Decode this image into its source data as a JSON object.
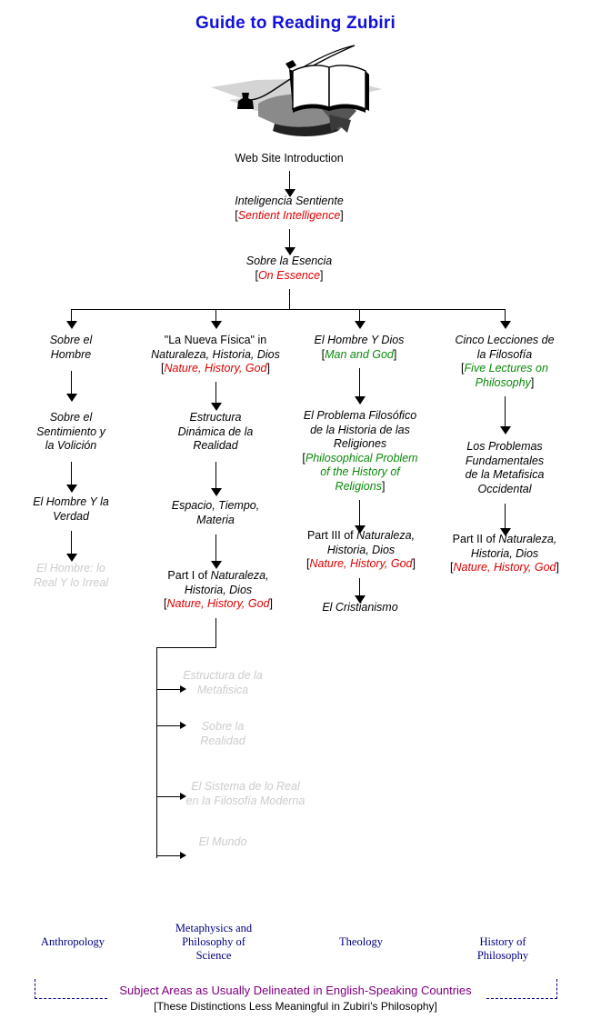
{
  "title": "Guide to Reading Zubiri",
  "colors": {
    "title": "#1111dd",
    "spanish_title": "#000000",
    "english_published": "#dd0000",
    "english_unpublished": "#0a8a0a",
    "future_work": "#cccccc",
    "subject_label": "#000080",
    "subject_caption": "#800080"
  },
  "clipart": {
    "name": "open-book-with-quill-and-inkwell"
  },
  "nodes": {
    "intro": {
      "line1": "Web Site Introduction"
    },
    "inteligencia": {
      "line1": "Inteligencia Sentiente",
      "trans_open": "[",
      "trans": "Sentient Intelligence",
      "trans_close": "]"
    },
    "esencia": {
      "line1": "Sobre la Esencia",
      "trans_open": "[",
      "trans": "On Essence",
      "trans_close": "]"
    },
    "col1_1": {
      "line1": "Sobre el",
      "line2": "Hombre"
    },
    "col1_2": {
      "line1": "Sobre el",
      "line2": "Sentimiento y",
      "line3": "la Volición"
    },
    "col1_3": {
      "line1": "El Hombre Y la",
      "line2": "Verdad"
    },
    "col1_4": {
      "line1": "El Hombre: lo",
      "line2": "Real Y lo Irreal"
    },
    "col2_1": {
      "quoted": "\"La Nueva Física\" in",
      "line2": "Naturaleza, Historia, Dios",
      "trans_open": "[",
      "trans": "Nature, History, God",
      "trans_close": "]"
    },
    "col2_2": {
      "line1": "Estructura",
      "line2": "Dinámica de la",
      "line3": "Realidad"
    },
    "col2_3": {
      "line1": "Espacio, Tiempo,",
      "line2": "Materia"
    },
    "col2_4": {
      "prefix": "Part I of ",
      "work1": "Naturaleza,",
      "work2": "Historia, Dios",
      "trans_open": "[",
      "trans": "Nature, History, God",
      "trans_close": "]"
    },
    "col3_1": {
      "line1": "El Hombre Y Dios",
      "trans_open": "[",
      "trans": "Man and God",
      "trans_close": "]"
    },
    "col3_2": {
      "line1": "El Problema Filosófico",
      "line2": "de la Historia de las",
      "line3": "Religiones",
      "trans_open": "[",
      "trans1": "Philosophical Problem",
      "trans2": "of the History of",
      "trans3": "Religions",
      "trans_close": "]"
    },
    "col3_3": {
      "prefix": "Part III of ",
      "work1": "Naturaleza,",
      "work2": "Historia, Dios",
      "trans_open": "[",
      "trans": "Nature, History, God",
      "trans_close": "]"
    },
    "col3_4": {
      "line1": "El Cristianismo"
    },
    "col4_1": {
      "line1": "Cinco Lecciones de",
      "line2": "la Filosofía",
      "trans_open": "[",
      "trans1": "Five Lectures on",
      "trans2": "Philosophy",
      "trans_close": "]"
    },
    "col4_2": {
      "line1": "Los Problemas",
      "line2": "Fundamentales",
      "line3": "de la Metafisica",
      "line4": "Occidental"
    },
    "col4_3": {
      "prefix": "Part II of ",
      "work1": "Naturaleza,",
      "work2": "Historia, Dios",
      "trans_open": "[",
      "trans": "Nature, History, God",
      "trans_close": "]"
    },
    "branch1": {
      "line1": "Estructura de la",
      "line2": "Metafisica"
    },
    "branch2": {
      "line1": "Sobre la",
      "line2": "Realidad"
    },
    "branch3": {
      "line1": "El Sistema de lo Real",
      "line2": "en la Filosofía Moderna"
    },
    "branch4": {
      "line1": "El Mundo"
    }
  },
  "subjects": [
    {
      "line1": "Anthropology",
      "line2": "",
      "line3": ""
    },
    {
      "line1": "Metaphysics and",
      "line2": "Philosophy of",
      "line3": "Science"
    },
    {
      "line1": "Theology",
      "line2": "",
      "line3": ""
    },
    {
      "line1": "History of",
      "line2": "Philosophy",
      "line3": ""
    }
  ],
  "footer": {
    "caption": "Subject Areas as Usually Delineated in English-Speaking Countries",
    "note": "[These Distinctions Less Meaningful in Zubiri's Philosophy]"
  }
}
